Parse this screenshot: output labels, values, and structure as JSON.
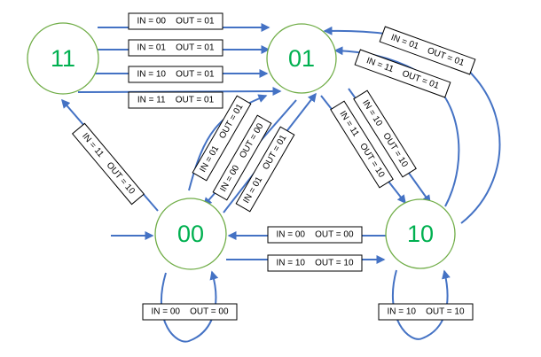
{
  "states": {
    "s11": "11",
    "s01": "01",
    "s00": "00",
    "s10": "10"
  },
  "transitions": {
    "t11_00": "IN = 00    OUT = 01",
    "t11_01": "IN = 01    OUT = 01",
    "t11_10": "IN = 10    OUT = 01",
    "t11_11": "IN = 11    OUT = 01",
    "t10_01a": "IN = 01    OUT = 01",
    "t10_11": "IN = 11    OUT = 01",
    "t01_10a": "IN = 10    OUT = 10",
    "t01_11": "IN = 11    OUT = 10",
    "t00_01": "IN = 01    OUT = 01",
    "t01_00b": "IN = 00    OUT = 00",
    "t00_01b": "IN = 01    OUT = 01",
    "t00_11": "IN = 11    OUT = 10",
    "t10_00": "IN = 00    OUT = 00",
    "t00_10": "IN = 10    OUT = 10",
    "t00_self": "IN = 00    OUT = 00",
    "t10_self": "IN = 10    OUT = 10"
  },
  "colors": {
    "state_outline": "#70ad47",
    "state_text": "#00b050",
    "arrow": "#4472c4"
  }
}
